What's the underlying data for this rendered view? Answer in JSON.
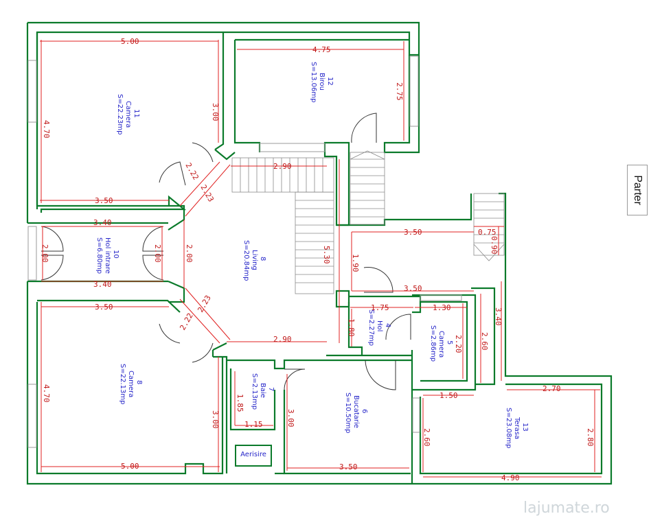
{
  "floor_label": "Parter",
  "aerisire": "Aerisire",
  "watermark": "lajumate.ro",
  "rooms": [
    {
      "num": "11",
      "name": "Camera",
      "area": "S=22.23mp"
    },
    {
      "num": "12",
      "name": "Birou",
      "area": "S=13.06mp"
    },
    {
      "num": "10",
      "name": "Hol intrare",
      "area": "S=6.80mp"
    },
    {
      "num": "8",
      "name": "Living",
      "area": "S=20.84mp"
    },
    {
      "num": "8",
      "name": "Camera",
      "area": "S=22.13mp"
    },
    {
      "num": "4",
      "name": "Hol",
      "area": "S=2.27mp"
    },
    {
      "num": "5",
      "name": "Camera",
      "area": "S=2.86mp"
    },
    {
      "num": "7",
      "name": "Baie",
      "area": "S=2.13mp"
    },
    {
      "num": "6",
      "name": "Bucatarie",
      "area": "S=10.50mp"
    },
    {
      "num": "13",
      "name": "Terasa",
      "area": "S=23.08mp"
    }
  ],
  "dims": [
    "5.00",
    "3.00",
    "4.70",
    "3.50",
    "4.75",
    "2.75",
    "2.90",
    "2.23",
    "2.22",
    "3.40",
    "2.00",
    "2.00",
    "2.00",
    "3.40",
    "5.30",
    "1.90",
    "3.50",
    "0.75",
    "0.90",
    "3.50",
    "1.75",
    "1.30",
    "1.80",
    "2.20",
    "2.60",
    "3.40",
    "3.50",
    "4.70",
    "2.23",
    "2.22",
    "2.90",
    "1.85",
    "1.15",
    "3.00",
    "3.00",
    "5.00",
    "3.50",
    "1.50",
    "2.70",
    "2.60",
    "2.80",
    "4.90"
  ],
  "colors": {
    "wall": "#0a7a2a",
    "dimension": "#e02020",
    "room_text": "#2424c8"
  }
}
